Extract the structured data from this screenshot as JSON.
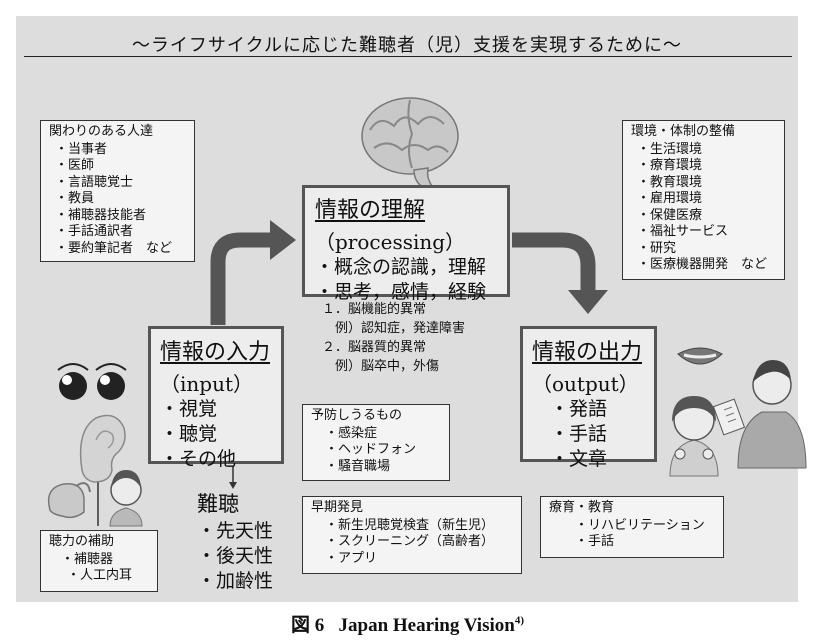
{
  "title": "～ライフサイクルに応じた難聴者（児）支援を実現するために～",
  "people": {
    "heading": "関わりのある人達",
    "items": [
      "・当事者",
      "・医師",
      "・言語聴覚士",
      "・教員",
      "・補聴器技能者",
      "・手話通訳者",
      "・要約筆記者　など"
    ]
  },
  "environment": {
    "heading": "環境・体制の整備",
    "items": [
      "・生活環境",
      "・療育環境",
      "・教育環境",
      "・雇用環境",
      "・保健医療",
      "・福祉サービス",
      "・研究",
      "・医療機器開発　など"
    ]
  },
  "processing": {
    "heading": "情報の理解",
    "english": "（processing）",
    "items": [
      "・概念の認識，理解",
      "・思考，感情，経験"
    ]
  },
  "processing_notes": [
    "１．脳機能的異常",
    "　例）認知症，発達障害",
    "２．脳器質的異常",
    "　例）脳卒中，外傷"
  ],
  "input": {
    "heading": "情報の入力",
    "english": "（input）",
    "items": [
      "・視覚",
      "・聴覚",
      "・その他"
    ]
  },
  "output": {
    "heading": "情報の出力",
    "english": "（output）",
    "items": [
      "・発語",
      "・手話",
      "・文章"
    ]
  },
  "hearing_loss": {
    "heading": "難聴",
    "items": [
      "・先天性",
      "・後天性",
      "・加齢性"
    ]
  },
  "prevention": {
    "heading": "予防しうるもの",
    "items": [
      "・感染症",
      "・ヘッドフォン",
      "・騒音職場"
    ]
  },
  "early_detection": {
    "heading": "早期発見",
    "items": [
      "・新生児聴覚検査（新生児）",
      "・スクリーニング（高齢者）",
      "・アプリ"
    ]
  },
  "therapy": {
    "heading": "療育・教育",
    "items": [
      "・リハビリテーション",
      "・手話"
    ]
  },
  "hearing_aid": {
    "heading": "聴力の補助",
    "items": [
      "・補聴器",
      "・人工内耳"
    ]
  },
  "caption": {
    "figure": "図 6",
    "text": "Japan Hearing Vision",
    "ref": "4)"
  },
  "colors": {
    "panel": "#dddddd",
    "box": "#f4f4f4",
    "arrow": "#555555",
    "border": "#333333"
  }
}
